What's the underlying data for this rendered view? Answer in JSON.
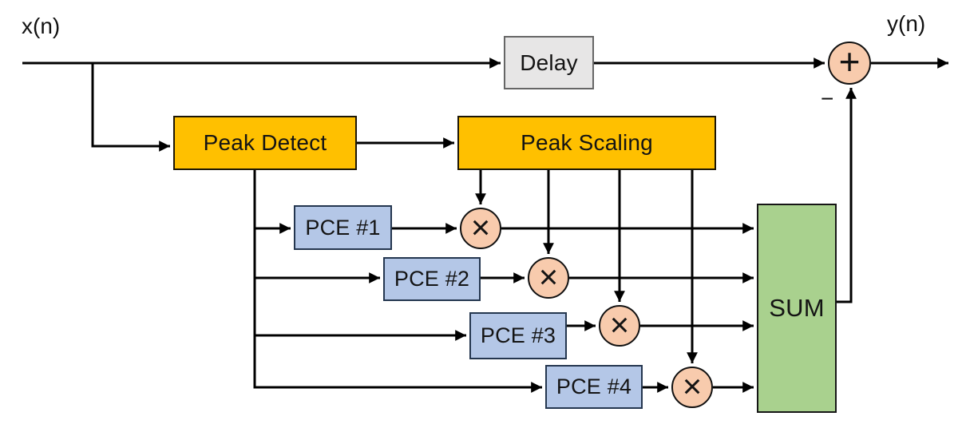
{
  "labels": {
    "input_signal": "x(n)",
    "output_signal": "y(n)"
  },
  "blocks": {
    "delay": "Delay",
    "peak_detect": "Peak Detect",
    "peak_scaling": "Peak Scaling",
    "pce_blocks": [
      "PCE #1",
      "PCE #2",
      "PCE #3",
      "PCE #4"
    ],
    "sum": "SUM"
  },
  "operators": {
    "adder": "+",
    "multiplier": "×",
    "feedback_sign": "−"
  },
  "colors": {
    "peak_block_fill": "#FFC000",
    "pce_block_fill": "#B4C7E7",
    "sum_block_fill": "#A9D18E",
    "operator_circle_fill": "#F8CBAD",
    "delay_block_fill": "#E7E6E6",
    "wire": "#000000"
  }
}
